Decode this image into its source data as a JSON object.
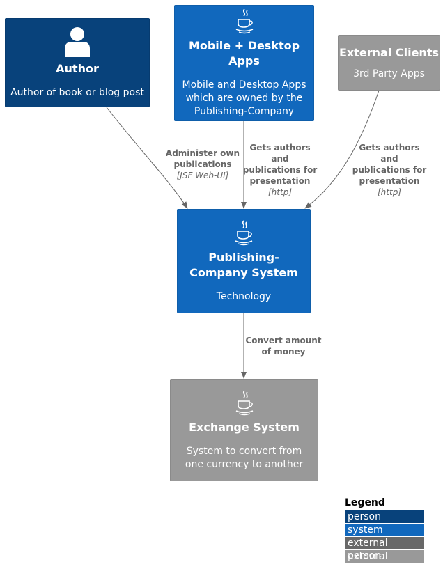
{
  "elements": {
    "author": {
      "title": "Author",
      "description": "Author of book or blog post",
      "icon": "person-icon"
    },
    "apps": {
      "title": "Mobile + Desktop Apps",
      "description": "Mobile and Desktop Apps which are owned by the Publishing-Company",
      "icon": "java-icon"
    },
    "external_clients": {
      "title": "External Clients",
      "description": "3rd Party Apps"
    },
    "publishing_system": {
      "title": "Publishing-Company System",
      "description": "Technology",
      "icon": "java-icon"
    },
    "exchange_system": {
      "title": "Exchange System",
      "description": "System to convert from one currency to another",
      "icon": "java-icon"
    }
  },
  "relations": {
    "author_to_publishing": {
      "label": "Administer own publications",
      "technology": "[JSF Web-UI]"
    },
    "apps_to_publishing": {
      "label": "Gets authors and publications for presentation",
      "technology": "[http]"
    },
    "clients_to_publishing": {
      "label": "Gets authors and publications for presentation",
      "technology": "[http]"
    },
    "publishing_to_exchange": {
      "label": "Convert amount of money",
      "technology": ""
    }
  },
  "legend": {
    "title": "Legend",
    "items": [
      {
        "label": "person",
        "color": "#08427b"
      },
      {
        "label": "system",
        "color": "#1168bd"
      },
      {
        "label": "external person",
        "color": "#686868"
      },
      {
        "label": "external system",
        "color": "#999999"
      }
    ]
  },
  "colors": {
    "person": "#08427b",
    "system": "#1168bd",
    "external_system": "#999999",
    "arrow": "#666666"
  }
}
